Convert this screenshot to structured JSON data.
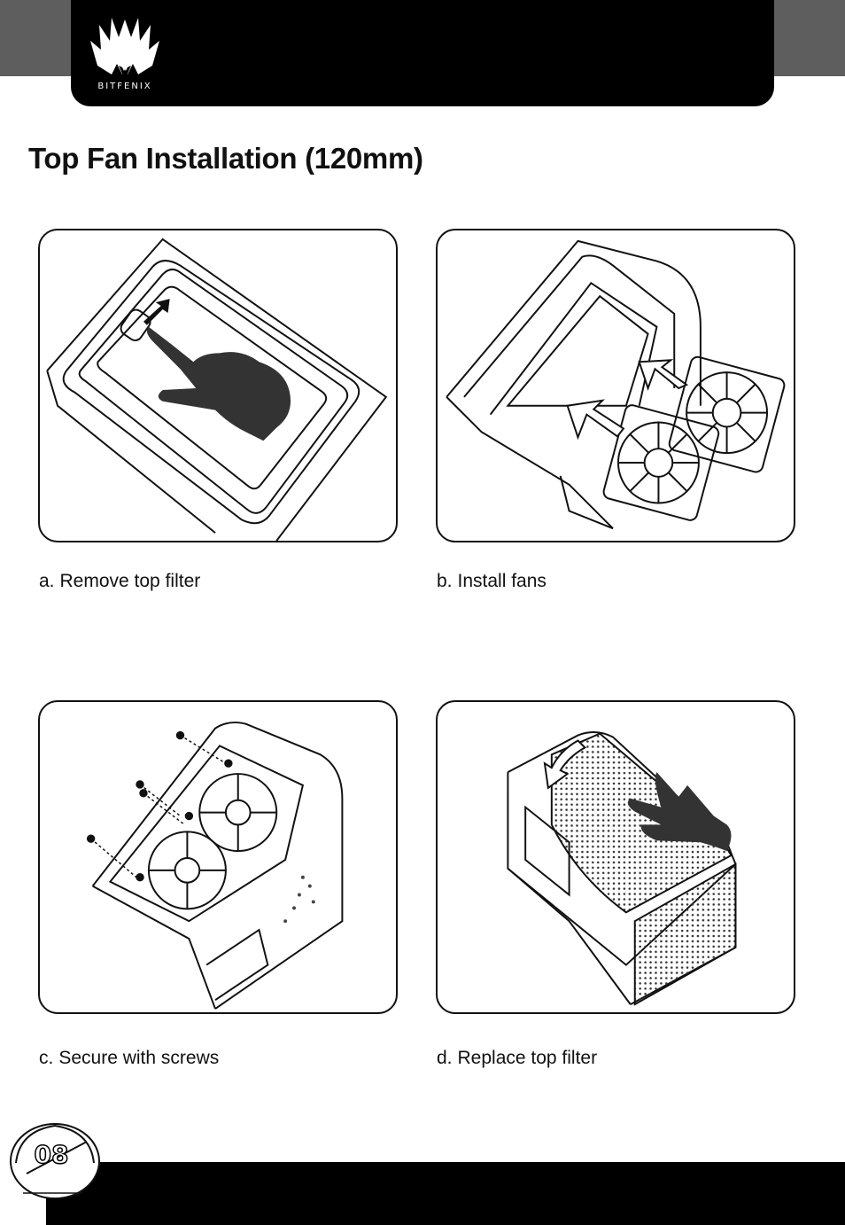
{
  "header": {
    "brand": "BITFENIX"
  },
  "title": "Top Fan Installation (120mm)",
  "steps": [
    {
      "letter": "a.",
      "label": "Remove top filter"
    },
    {
      "letter": "b.",
      "label": "Install fans"
    },
    {
      "letter": "c.",
      "label": "Secure with screws"
    },
    {
      "letter": "d.",
      "label": "Replace top filter"
    }
  ],
  "footer": {
    "page_number": "08"
  }
}
